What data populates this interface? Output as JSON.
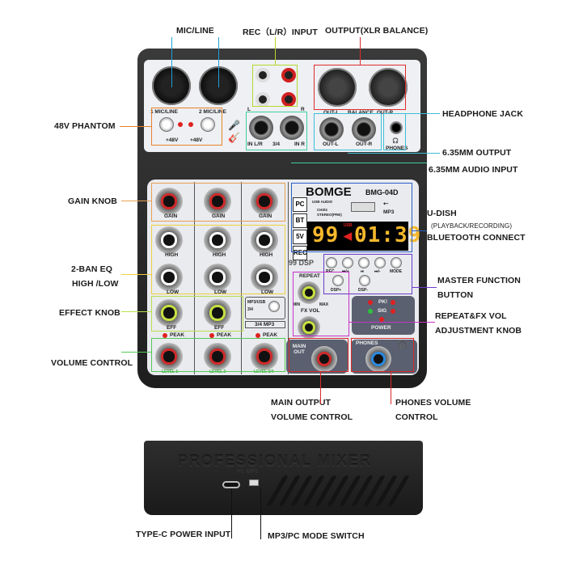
{
  "callouts": {
    "top": {
      "mic_line": "MIC/LINE",
      "rec_input": "REC（L/R）INPUT",
      "output_xlr": "OUTPUT(XLR BALANCE)"
    },
    "left": {
      "phantom": "48V PHANTOM",
      "gain_knob": "GAIN KNOB",
      "eq_line1": "2-BAN EQ",
      "eq_line2": "HIGH /LOW",
      "effect_knob": "EFFECT KNOB",
      "volume_control": "VOLUME CONTROL"
    },
    "right": {
      "headphone_jack": "HEADPHONE JACK",
      "output_635": "6.35MM OUTPUT",
      "input_635": "6.35MM AUDIO INPUT",
      "udish": "U-DISH",
      "udish_sub": "(PLAYBACK/RECORDING)",
      "bluetooth": "BLUETOOTH CONNECT",
      "master_line1": "MASTER FUNCTION",
      "master_line2": "BUTTON",
      "repeat_line1": "REPEAT&FX VOL",
      "repeat_line2": "ADJUSTMENT KNOB"
    },
    "bottom": {
      "main_out_line1": "MAIN OUTPUT",
      "main_out_line2": "VOLUME CONTROL",
      "phones_line1": "PHONES VOLUME",
      "phones_line2": "CONTROL",
      "typec": "TYPE-C POWER INPUT",
      "mode_switch": "MP3/PC MODE SWITCH"
    }
  },
  "panel": {
    "ch1_label": "1 MIC/LINE",
    "ch2_label": "2 MIC/LINE",
    "phantom": "+48V",
    "rec": "REC",
    "in_lr": "IN L/R",
    "ch34": "3/4",
    "in_r": "IN R",
    "l": "L",
    "r": "R",
    "out_l": "OUT-L",
    "balance": "BALANCE",
    "out_r": "OUT-R",
    "phones": "PHONES",
    "brand": "BOMGE",
    "model": "BMG-04D",
    "usb_audio": "USB AUDIO",
    "ch34_small": "CH3/4",
    "stereo": "STEREO(PRE)",
    "mp3": "MP3",
    "bt": "BT",
    "v5": "5V",
    "rec_icon": "REC",
    "pc": "PC",
    "display_track": "99",
    "display_usb": "USB",
    "display_time": "01:39",
    "dsp": "99 DSP",
    "gain": "GAIN",
    "high": "HIGH",
    "low": "LOW",
    "eff": "EFF",
    "peak": "PEAK",
    "level1": "LEVEL 1",
    "level2": "LEVEL 2",
    "level34": "LEVEL 3/4",
    "mp3usb": "MP3/USB",
    "sel34": "3/4",
    "ch34mp3": "3/4 MP3",
    "repeat": "REPEAT",
    "fxvol": "FX VOL",
    "min": "MIN",
    "max": "MAX",
    "main_out": "MAIN OUT",
    "pk": "PK!",
    "sig": "SIG",
    "power": "POWER",
    "buttons": [
      "REC",
      "⏮/+",
      "⏯",
      "⏭/-",
      "MODE"
    ],
    "dsp_plus": "DSP+",
    "dsp_minus": "DSP-",
    "side_title": "PROFESSIONAL MIXER",
    "side_pc_mp3": "PC   MP3"
  },
  "colors": {
    "mic_line": "#1e9fd8",
    "rec_input": "#b5d82a",
    "output_xlr": "#e02b2b",
    "phantom": "#e8822a",
    "eq": "#f0d040",
    "effect": "#b8e04a",
    "volume": "#56c856",
    "headphone": "#3bbfd8",
    "input_635": "#3fcf9a",
    "udish": "#2a5fc8",
    "master": "#6a3ac8",
    "repeat": "#c832c8",
    "main_out": "#d82828"
  }
}
